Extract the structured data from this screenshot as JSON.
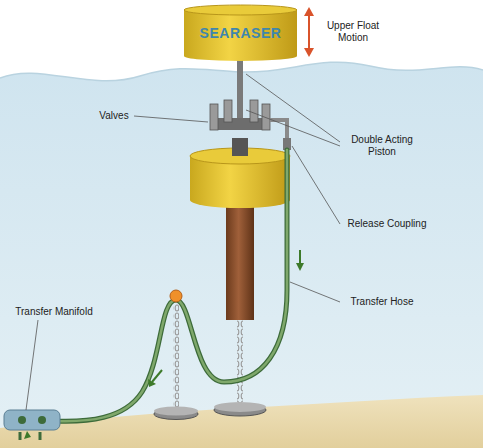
{
  "diagram": {
    "nodes": [
      {
        "text": [
          "SEARASER"
        ]
      }
    ],
    "labels": [
      "Upper Float Motion",
      "Double Acting Piston",
      "Valves",
      "Release Coupling",
      "Transfer Hose",
      "Transfer Manifold"
    ]
  }
}
